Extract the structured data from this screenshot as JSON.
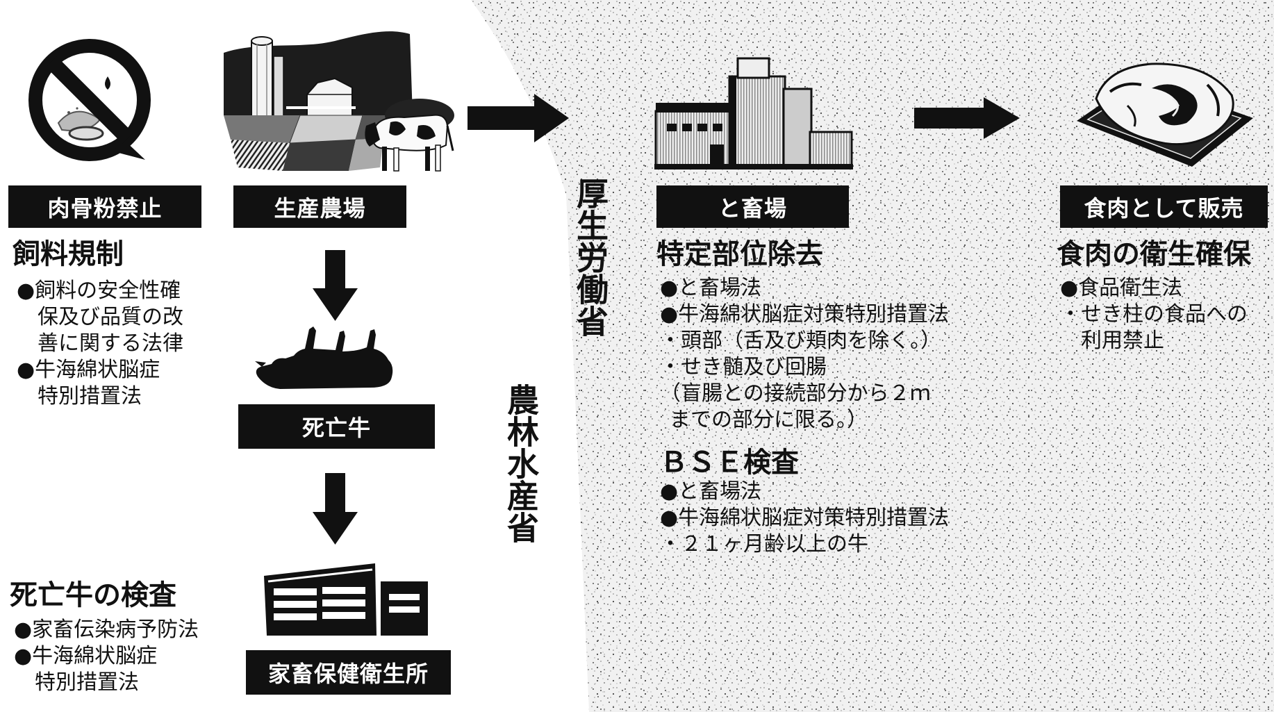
{
  "colors": {
    "label_box": "#111111",
    "label_text": "#ffffff",
    "text": "#111111",
    "stipple_area": "#f1f1f1"
  },
  "ministries": {
    "agriculture": "農林水産省",
    "health": "厚生労働省"
  },
  "flow": {
    "feed_ban": {
      "icon": "no-sign-icon",
      "label": "肉骨粉禁止"
    },
    "farm": {
      "icon": "farm-icon",
      "label": "生産農場"
    },
    "dead_cattle": {
      "icon": "fallen-cow-icon",
      "label": "死亡牛"
    },
    "animal_health_center": {
      "icon": "office-building-icon",
      "label": "家畜保健衛生所"
    },
    "slaughterhouse": {
      "icon": "factory-icon",
      "label": "と畜場"
    },
    "meat_sale": {
      "icon": "meat-tray-icon",
      "label": "食肉として販売"
    }
  },
  "arrows": {
    "farm_to_slaughterhouse": "arrow-right-icon",
    "slaughterhouse_to_sale": "arrow-right-icon",
    "farm_to_dead_cattle": "arrow-down-icon",
    "dead_cattle_to_center": "arrow-down-icon"
  },
  "feed_regulation": {
    "heading": "飼料規制",
    "lines": [
      "●飼料の安全性確",
      "保及び品質の改",
      "善に関する法律",
      "●牛海綿状脳症",
      "特別措置法"
    ]
  },
  "dead_cattle_inspection": {
    "heading": "死亡牛の検査",
    "lines": [
      "●家畜伝染病予防法",
      "●牛海綿状脳症",
      "特別措置法"
    ]
  },
  "srm_removal": {
    "heading": "特定部位除去",
    "lines": [
      "●と畜場法",
      "●牛海綿状脳症対策特別措置法",
      "・頭部（舌及び頬肉を除く。）",
      "・せき髄及び回腸",
      "（盲腸との接続部分から２ｍ",
      "までの部分に限る。）"
    ]
  },
  "bse_test": {
    "heading": "ＢＳＥ検査",
    "lines": [
      "●と畜場法",
      "●牛海綿状脳症対策特別措置法",
      "・２１ヶ月齢以上の牛"
    ]
  },
  "meat_hygiene": {
    "heading": "食肉の衛生確保",
    "lines": [
      "●食品衛生法",
      "・せき柱の食品への",
      "利用禁止"
    ]
  }
}
